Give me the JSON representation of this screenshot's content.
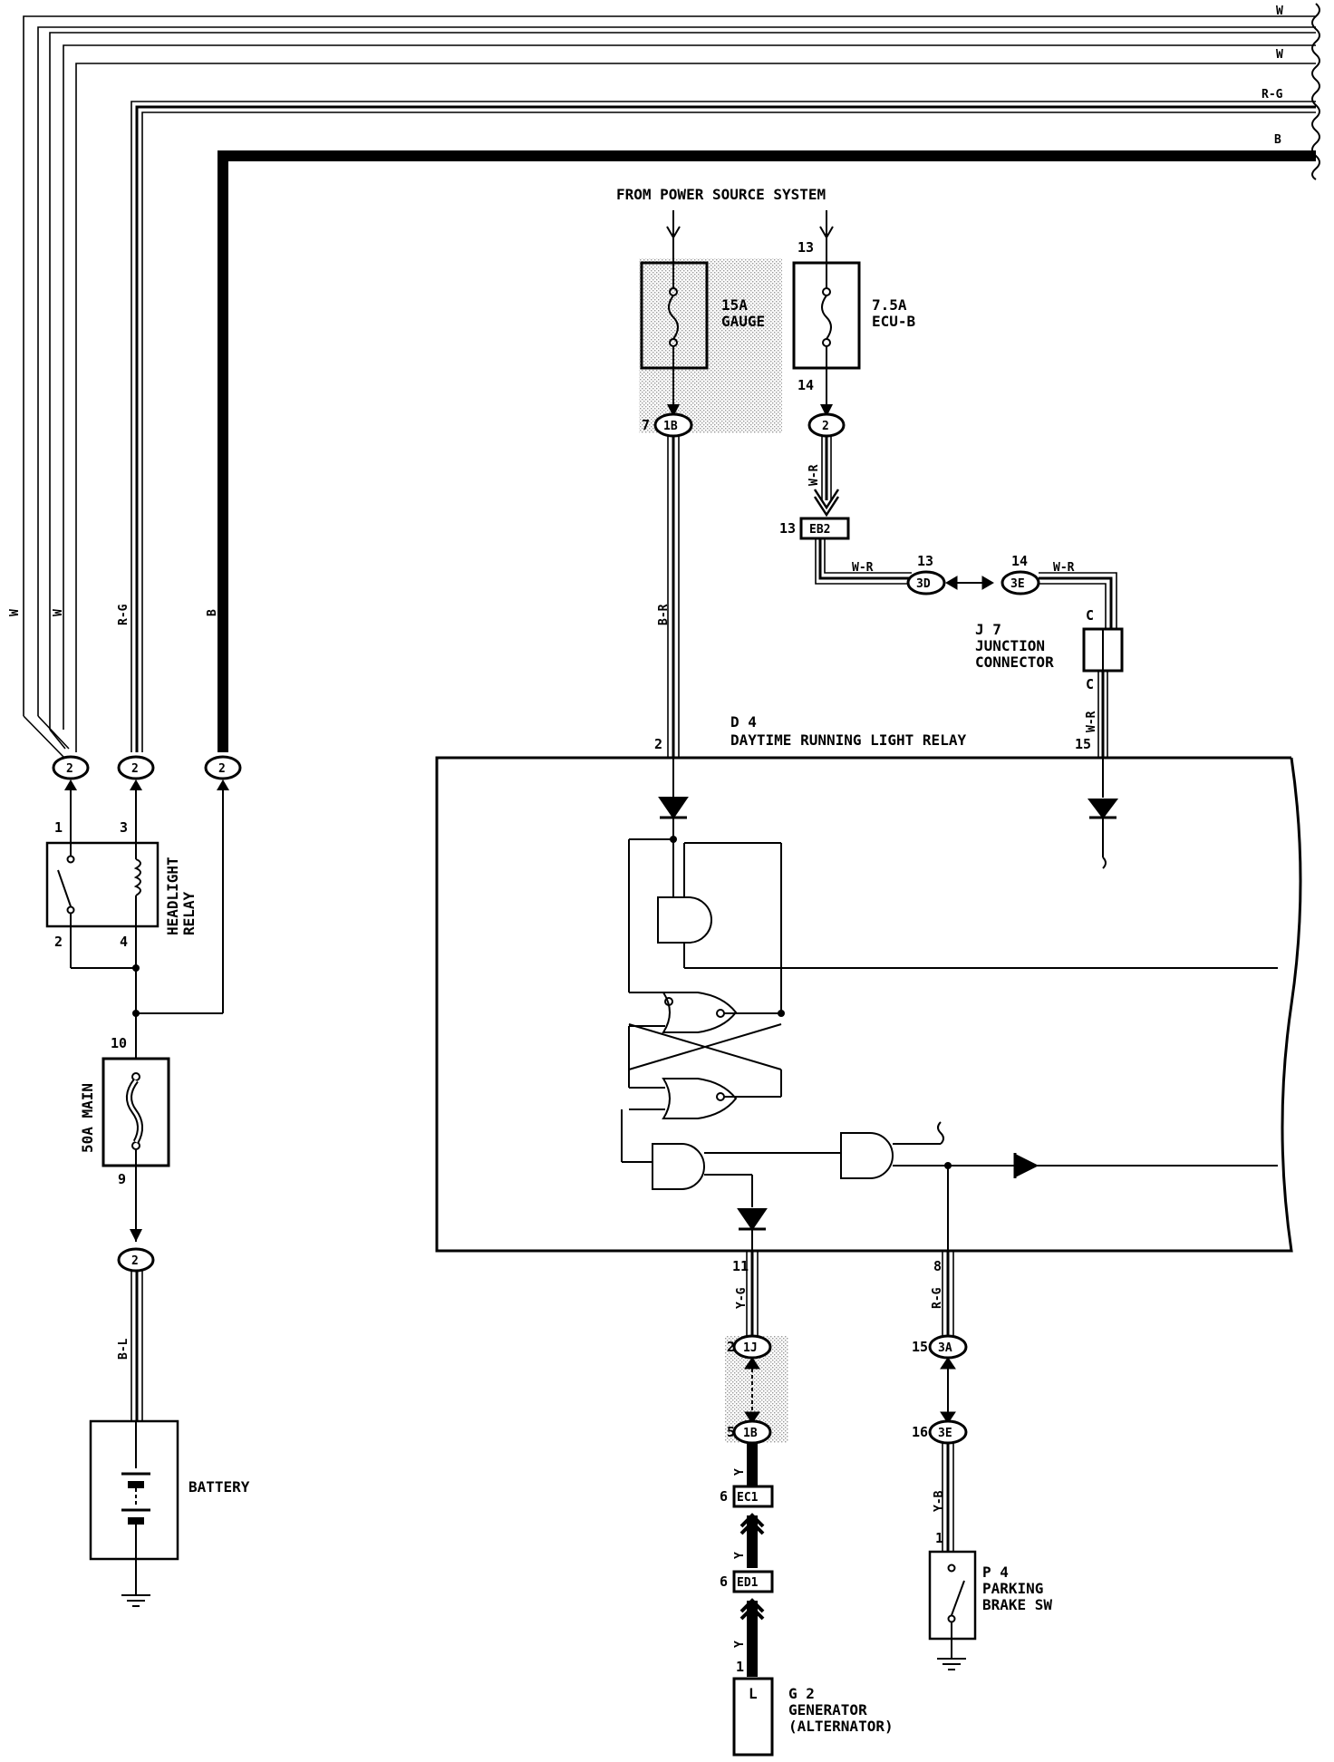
{
  "wire_labels": {
    "w_top1": "W",
    "w_top2": "W",
    "rg_top": "R-G",
    "b_top": "B",
    "w_v1": "W",
    "w_v2": "W",
    "rg_v": "R-G",
    "b_v": "B",
    "br": "B-R",
    "wr_v": "W-R",
    "wr_h1": "W-R",
    "wr_h2": "W-R",
    "wr_v2": "W-R",
    "bl": "B-L",
    "yg": "Y-G",
    "y1": "Y",
    "y2": "Y",
    "y3": "Y",
    "rg_bot": "R-G",
    "yb": "Y-B"
  },
  "texts": {
    "from_power": "FROM POWER SOURCE SYSTEM",
    "gauge_amp": "15A",
    "gauge_name": "GAUGE",
    "ecub_amp": "7.5A",
    "ecub_name": "ECU-B",
    "main_fuse": "50A MAIN",
    "headlight_relay_1": "HEADLIGHT",
    "headlight_relay_2": "RELAY",
    "battery": "BATTERY",
    "d4_code": "D 4",
    "d4_name": "DAYTIME RUNNING LIGHT RELAY",
    "j7_code": "J 7",
    "j7_name1": "JUNCTION",
    "j7_name2": "CONNECTOR",
    "p4_code": "P 4",
    "p4_name1": "PARKING",
    "p4_name2": "BRAKE SW",
    "g2_code": "G 2",
    "g2_name1": "GENERATOR",
    "g2_name2": "(ALTERNATOR)",
    "gen_term": "L"
  },
  "connectors": {
    "c2_a": "2",
    "c2_b": "2",
    "c2_c": "2",
    "c2_d": "2",
    "c2_e": "2",
    "c1b_top": "1B",
    "eb2": "EB2",
    "c3d": "3D",
    "c3e_top": "3E",
    "c1j": "1J",
    "c1b_bot": "1B",
    "ec1": "EC1",
    "ed1": "ED1",
    "c3a": "3A",
    "c3e_bot": "3E"
  },
  "pins": {
    "p1": "1",
    "p3": "3",
    "p2": "2",
    "p4": "4",
    "p10": "10",
    "p9": "9",
    "p13a": "13",
    "p14a": "14",
    "p7": "7",
    "p13b": "13",
    "p13c": "13",
    "p14b": "14",
    "pc1": "C",
    "pc2": "C",
    "p2d": "2",
    "p15": "15",
    "p11": "11",
    "p8": "8",
    "p2j": "2",
    "p5": "5",
    "p6a": "6",
    "p6b": "6",
    "p1g": "1",
    "p15b": "15",
    "p16": "16",
    "p1p": "1"
  }
}
